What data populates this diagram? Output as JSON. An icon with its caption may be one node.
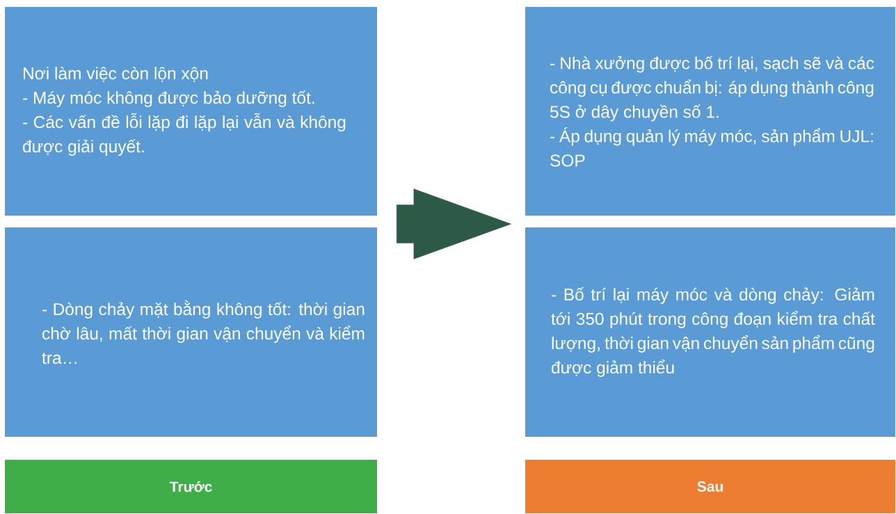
{
  "diagram": {
    "nodes": [
      {
        "text": [
          "Nơi làm việc còn lộn xộn",
          "- Máy móc không được bảo dưỡng tốt.",
          "- Các vấn đề lỗi lặp đi lặp lại vẫn và không được giải quyết."
        ]
      },
      {
        "text": [
          "- Dòng chảy mặt bằng không tốt: thời gian chờ lâu, mất thời gian vận chuyển và kiểm tra…"
        ]
      },
      {
        "text": [
          "Trước"
        ]
      },
      {
        "text": [
          "- Nhà xưởng được bố trí lại, sạch sẽ và các công cụ được chuẩn bị: áp dụng thành công 5S ở dây chuyền số 1.",
          "- Áp dụng quản lý máy móc, sản phẩm UJL: SOP"
        ]
      },
      {
        "text": [
          "- Bố trí lại máy móc và dòng chảy: Giảm tới 350 phút trong công đoạn kiểm tra chất lượng, thời gian vận chuyển sản phẩm cũng được giảm thiểu"
        ]
      },
      {
        "text": [
          "Sau"
        ]
      }
    ],
    "edges": [
      {
        "from": 0,
        "to": 3,
        "arrow": "to"
      }
    ]
  }
}
